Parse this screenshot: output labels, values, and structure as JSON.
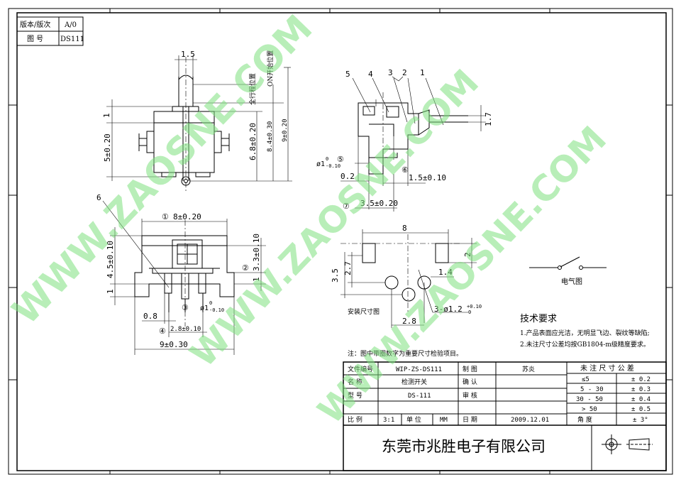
{
  "version_table": {
    "version_label": "版本/版次",
    "version_value": "A/0",
    "drawing_label": "图  号",
    "drawing_value": "DS111"
  },
  "watermark": {
    "text": "WWW.ZAOSNE.COM",
    "color": "#7ee07e"
  },
  "top_view": {
    "dim_1_5": "1.5",
    "label_full_travel": "全行程位置",
    "label_on_start": "ON开始位置",
    "dim_1": "1",
    "dim_5": "5±0.20",
    "dim_6_8": "6.8±0.20",
    "dim_8_4": "8.4±0.30",
    "dim_9": "9±0.20"
  },
  "side_view": {
    "callouts": [
      "5",
      "4",
      "3",
      "2",
      "1"
    ],
    "dim_1_7": "1.7",
    "dim_dia_main": "ø1",
    "dim_dia_tol": "-0.10",
    "dim_dia_tol0": "0",
    "circle5": "⑤",
    "dim_0_2": "0.2",
    "circle6": "⑥",
    "dim_1_5": "1.5±0.10",
    "circle7": "⑦",
    "dim_3_5": "3.5±0.20"
  },
  "front_view": {
    "callout6": "6",
    "circle1": "①",
    "dim_8": "8±0.20",
    "dim_4_5": "4.5±0.10",
    "dim_3_3": "3.3±0.10",
    "circle2": "②",
    "dim_1a": "1",
    "dim_1b": "1",
    "circle3": "③",
    "dim_dia": "ø1",
    "dim_dia_tol": "-0.10",
    "dim_dia_tol0": "0",
    "dim_0_8": "0.8",
    "circle4": "④",
    "dim_2_8": "2.8±0.10",
    "dim_9": "9±0.30"
  },
  "mount": {
    "dim_8": "8",
    "dim_2": "2",
    "dim_2_7": "2.7",
    "dim_3_5": "3.5",
    "dim_1_4": "1.4",
    "dim_holes": "3-ø1.2",
    "dim_holes_tol": "+0.10",
    "dim_holes_tol0": "0",
    "dim_2_8": "2.8",
    "caption": "安装尺寸图"
  },
  "schematic": {
    "caption": "电气图"
  },
  "tech": {
    "title": "技术要求",
    "line1": "1.产品表面应光洁，无明显飞边、裂纹等缺陷;",
    "line2": "2.未注尺寸公差均按GB1804-m级精度要求。"
  },
  "note": "注：图中带圈数字为重要尺寸检验项目。",
  "title_block": {
    "file_no_label": "文件编号",
    "file_no": "WIP-ZS-DS111",
    "name_label": "名    称",
    "name": "检测开关",
    "model_label": "型    号",
    "model": "DS-111",
    "scale_label": "比    例",
    "scale": "3:1",
    "unit_label": "单  位",
    "unit": "MM",
    "drawn_label": "制    图",
    "drawn_by": "苏炎",
    "confirm_label": "确    认",
    "review_label": "审    核",
    "date_label": "日    期",
    "date": "2009.12.01",
    "company": "东莞市兆胜电子有限公司"
  },
  "tolerance_table": {
    "title": "未 注 尺 寸 公 差",
    "rows": [
      {
        "range": "≤5",
        "tol": "± 0.2"
      },
      {
        "range": "5 - 30",
        "tol": "± 0.3"
      },
      {
        "range": "30 - 50",
        "tol": "± 0.4"
      },
      {
        "range": "> 50",
        "tol": "± 0.5"
      },
      {
        "range": "角    度",
        "tol": "± 3°"
      }
    ]
  }
}
